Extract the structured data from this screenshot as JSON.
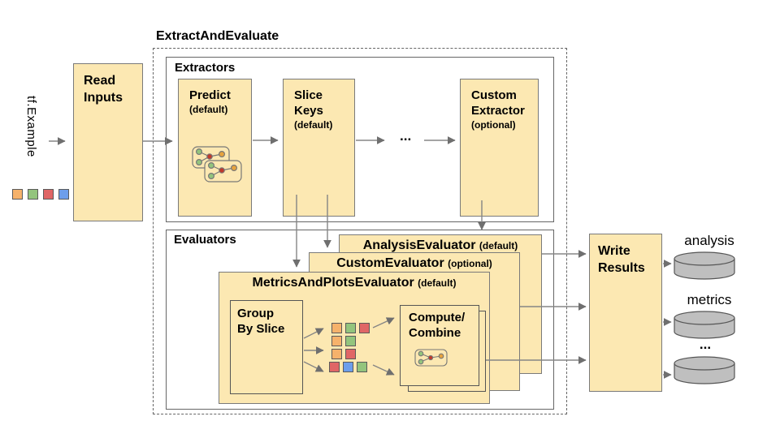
{
  "title": "ExtractAndEvaluate",
  "input": {
    "label": "tf.Example",
    "legend_squares": [
      "orange",
      "green",
      "red",
      "blue"
    ]
  },
  "read_inputs": {
    "line1": "Read",
    "line2": "Inputs"
  },
  "extractors": {
    "label": "Extractors",
    "predict": {
      "name": "Predict",
      "qualifier": "(default)",
      "icon": "model-graph-icon"
    },
    "slice_keys": {
      "line1": "Slice",
      "line2": "Keys",
      "qualifier": "(default)"
    },
    "ellipsis": "...",
    "custom_extractor": {
      "line1": "Custom",
      "line2": "Extractor",
      "qualifier": "(optional)"
    }
  },
  "evaluators": {
    "label": "Evaluators",
    "analysis_evaluator": {
      "name": "AnalysisEvaluator",
      "qualifier": "(default)"
    },
    "custom_evaluator": {
      "name": "CustomEvaluator",
      "qualifier": "(optional)"
    },
    "metrics_and_plots_evaluator": {
      "name": "MetricsAndPlotsEvaluator",
      "qualifier": "(default)"
    },
    "group_by_slice": {
      "line1": "Group",
      "line2": "By Slice"
    },
    "compute_combine": {
      "line1": "Compute/",
      "line2": "Combine",
      "icon": "model-graph-icon"
    },
    "slice_grid": {
      "rows": [
        [
          "orange",
          "green",
          "red"
        ],
        [
          "orange",
          "green"
        ],
        [
          "orange",
          "red"
        ],
        [
          "red",
          "blue",
          "green"
        ]
      ]
    }
  },
  "write_results": {
    "line1": "Write",
    "line2": "Results"
  },
  "outputs": {
    "analysis": {
      "label": "analysis",
      "icon": "database-icon"
    },
    "metrics": {
      "label": "metrics",
      "icon": "database-icon"
    },
    "more": {
      "label": "...",
      "icon": "database-icon"
    }
  },
  "colors": {
    "box_fill": "#FCE8B2",
    "box_border": "#7a7a7a",
    "container_border": "#666666",
    "arrow": "#808080",
    "cylinder_fill": "#BFBFBF",
    "cylinder_stroke": "#555555",
    "palette": {
      "orange": "#F6B26B",
      "green": "#93C47D",
      "red": "#E06666",
      "blue": "#6D9EEB"
    },
    "node_green": "#93C47D",
    "node_red": "#C0392B",
    "node_yellow": "#E7A33D"
  }
}
